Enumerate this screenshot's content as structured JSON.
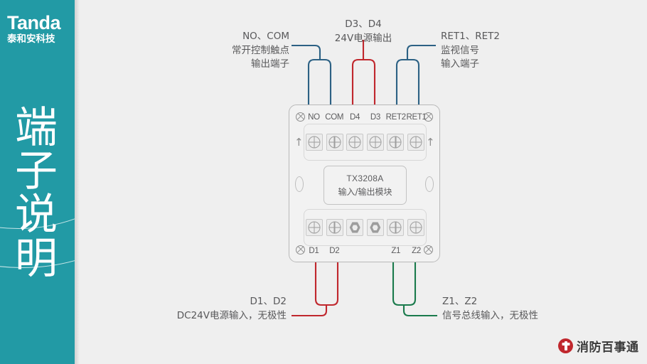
{
  "sidebar": {
    "brand_en": "Tanda",
    "brand_cn": "泰和安科技",
    "title_chars": [
      "端",
      "子",
      "说",
      "明"
    ],
    "bg_color": "#229aa5"
  },
  "callouts": {
    "top_left": {
      "lines": [
        "NO、COM",
        "常开控制触点",
        "输出端子"
      ],
      "wire_color": "#2c6184"
    },
    "top_center": {
      "lines": [
        "D3、D4",
        "24V电源输出"
      ],
      "wire_color": "#c0272d"
    },
    "top_right": {
      "lines": [
        "RET1、RET2",
        "监视信号",
        "输入端子"
      ],
      "wire_color": "#2c6184"
    },
    "bottom_left": {
      "lines": [
        "D1、D2",
        "DC24V电源输入，无极性"
      ],
      "wire_color": "#c0272d"
    },
    "bottom_right": {
      "lines": [
        "Z1、Z2",
        "信号总线输入，无极性"
      ],
      "wire_color": "#1a7a4c"
    }
  },
  "device": {
    "model": "TX3208A",
    "description": "输入/输出模块",
    "top_terminals": [
      "NO",
      "COM",
      "D4",
      "D3",
      "RET2",
      "RET1"
    ],
    "bottom_terminals": [
      "D1",
      "D2",
      "",
      "",
      "Z1",
      "Z2"
    ],
    "mount_arrow": "↑",
    "body_color": "#f2f2f2",
    "outline_color": "#b9b9b9"
  },
  "footer": {
    "text": "消防百事通",
    "mark_color": "#c0272d"
  }
}
